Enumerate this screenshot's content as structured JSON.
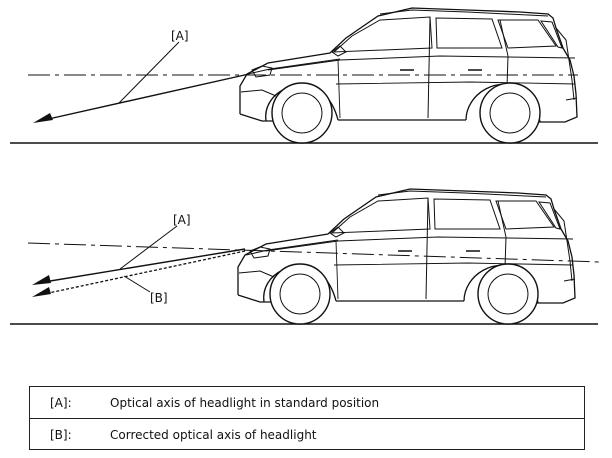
{
  "diagram": {
    "top_label_a": "[A]",
    "bottom_label_a": "[A]",
    "bottom_label_b": "[B]"
  },
  "legend": {
    "rows": [
      {
        "key": "[A]:",
        "text": "Optical axis of headlight in standard position"
      },
      {
        "key": "[B]:",
        "text": "Corrected optical axis of headlight"
      }
    ]
  }
}
